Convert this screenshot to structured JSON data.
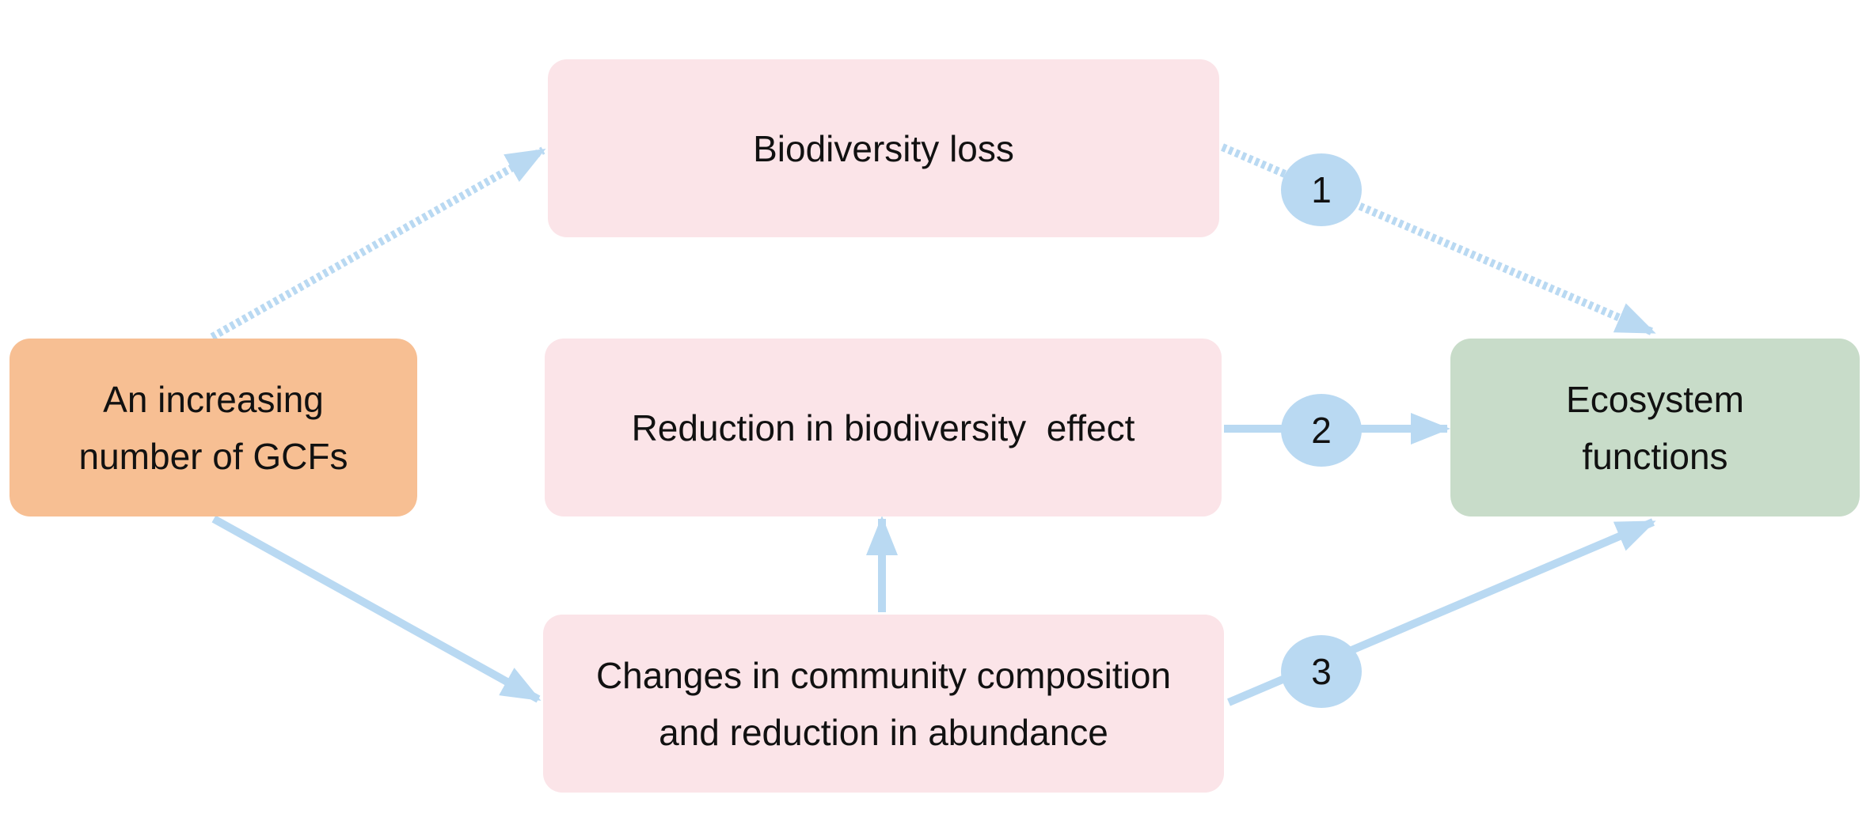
{
  "nodes": {
    "gcf": {
      "lines": [
        "An increasing",
        "number of GCFs"
      ]
    },
    "biodiversity_loss": {
      "lines": [
        "Biodiversity loss"
      ]
    },
    "reduction_effect": {
      "lines": [
        "Reduction in biodiversity  effect"
      ]
    },
    "community_changes": {
      "lines": [
        "Changes in community composition",
        "and reduction in abundance"
      ]
    },
    "ecosystem": {
      "lines": [
        "Ecosystem",
        "functions"
      ]
    }
  },
  "pathways": [
    {
      "label": "1",
      "style": "dotted"
    },
    {
      "label": "2",
      "style": "solid"
    },
    {
      "label": "3",
      "style": "solid"
    }
  ],
  "colors": {
    "arrow": "#b9d9f2",
    "gcf_box": "#f7bf93",
    "middle_box": "#fbe4e8",
    "ecosystem_box": "#c8dcc9",
    "badge": "#b9d9f2"
  }
}
